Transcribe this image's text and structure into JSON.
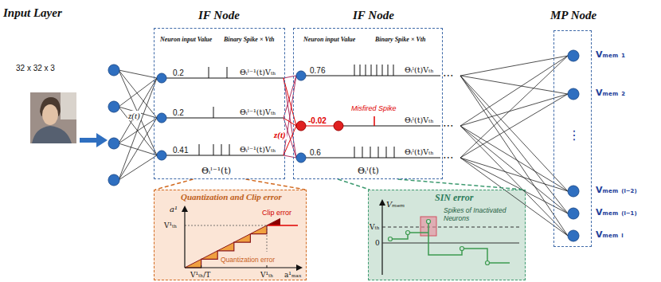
{
  "diagram": {
    "nodes": [
      {
        "text": [
          "IF Node",
          "Neuron input Value",
          "Binary Spike × Vth",
          "0.2",
          "Θᵢˡ⁻¹(t)Vₜₕ",
          "0.2",
          "Θᵢˡ⁻¹(t)Vₜₕ",
          "0.41",
          "Θᵢˡ⁻¹(t)Vₜₕ",
          "Θᵢˡ⁻¹(t)"
        ]
      },
      {
        "text": [
          "IF Node",
          "Neuron input Value",
          "Binary Spike × Vth",
          "0.76",
          "Θᵢˡ(t)Vₜₕ",
          "-0.02",
          "Misfired Spike",
          "Θᵢˡ(t)Vₜₕ",
          "0.6",
          "Θᵢˡ(t)Vₜₕ",
          "Θᵢˡ(t)"
        ]
      },
      {
        "text": [
          "MP Node"
        ]
      },
      {
        "text": [
          "Quantization and Clip error",
          "a¹",
          "V¹ₜₕ",
          "Clip error",
          "Quantization error",
          "V¹ₜₕ/T",
          "V¹ₜₕ",
          "a¹ₘₐₓ"
        ]
      },
      {
        "text": [
          "SIN error",
          "Vₘₑₘ",
          "Vₜₕ",
          "0",
          "Spikes of Inactivated Neurons"
        ]
      }
    ],
    "edges": [
      {
        "from": 0,
        "to": 3,
        "arrow": "none"
      },
      {
        "from": 1,
        "to": 4,
        "arrow": "none"
      }
    ],
    "labels": [
      "Input Layer",
      "32 x 32 x 3",
      "z(t)",
      "z(t)",
      "⋯",
      "⋯",
      "⋯",
      "Vₘₑₘ ₁",
      "Vₘₑₘ ₂",
      "⋮",
      "Vₘₑₘ ₍ᵢ₋₂₎",
      "Vₘₑₘ ₍ᵢ₋₁₎",
      "Vₘₑₘ ᵢ"
    ]
  }
}
